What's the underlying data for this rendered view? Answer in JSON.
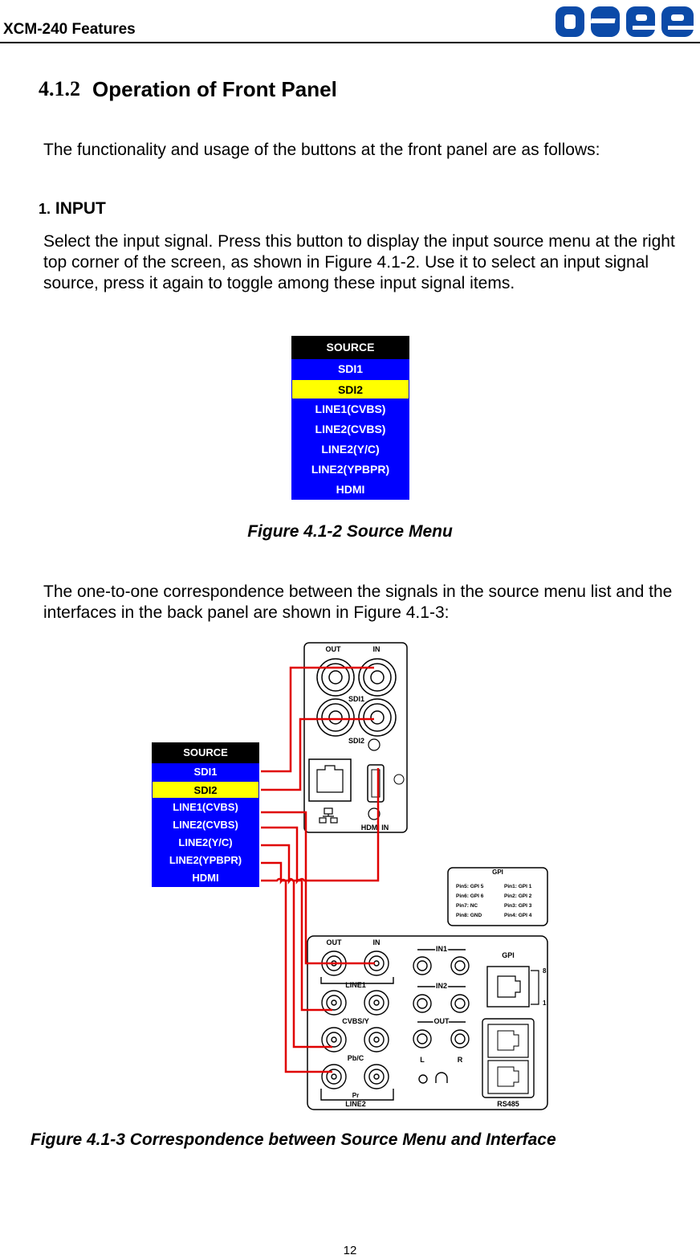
{
  "header": {
    "title": "XCM-240 Features",
    "logo_text": "osee"
  },
  "section": {
    "number": "4.1.2",
    "title": "Operation of Front Panel"
  },
  "intro": "The functionality and usage of the buttons at the front panel are as follows:",
  "item1": {
    "number": "1.",
    "title": "INPUT",
    "text": "Select the input signal. Press this button to display the input source menu at the right top corner of the screen, as shown in Figure 4.1-2. Use it to select an input signal source, press it again to toggle among these input signal items."
  },
  "source_menu": {
    "header": "SOURCE",
    "items": [
      "SDI1",
      "SDI2",
      "LINE1(CVBS)",
      "LINE2(CVBS)",
      "LINE2(Y/C)",
      "LINE2(YPBPR)",
      "HDMI"
    ],
    "selected_index": 1,
    "colors": {
      "header_bg": "#000000",
      "item_bg": "#0000ff",
      "selected_bg": "#ffff00",
      "item_text": "#ffffff",
      "selected_text": "#000000"
    }
  },
  "figure2_caption": "Figure 4.1-2    Source Menu",
  "para2": "The one-to-one correspondence between the signals in the source menu list and the interfaces in the back panel are shown in Figure 4.1-3:",
  "panel": {
    "top_labels": {
      "out": "OUT",
      "in": "IN",
      "sdi1": "SDI1",
      "sdi2": "SDI2",
      "hdmi_in": "HDMI IN"
    },
    "gpi_box": {
      "title": "GPI",
      "rows": [
        "Pin5: GPI 5",
        "Pin6: GPI 6",
        "Pin7: NC",
        "Pin8: GND"
      ],
      "rows_right": [
        "Pin1: GPI 1",
        "Pin2: GPI 2",
        "Pin3: GPI 3",
        "Pin4: GPI 4"
      ]
    },
    "bottom_labels": {
      "out": "OUT",
      "in": "IN",
      "line1": "LINE1",
      "cvbs_y": "CVBS/Y",
      "pb_c": "Pb/C",
      "pr": "Pr",
      "line2": "LINE2",
      "in1": "IN1",
      "in2": "IN2",
      "audio_out": "OUT",
      "l": "L",
      "r": "R",
      "gpi": "GPI",
      "pin8": "8",
      "pin1": "1",
      "rs485": "RS485"
    },
    "line_color": "#e00000"
  },
  "figure3_caption": "Figure 4.1-3    Correspondence between Source Menu and Interface",
  "page_number": "12"
}
